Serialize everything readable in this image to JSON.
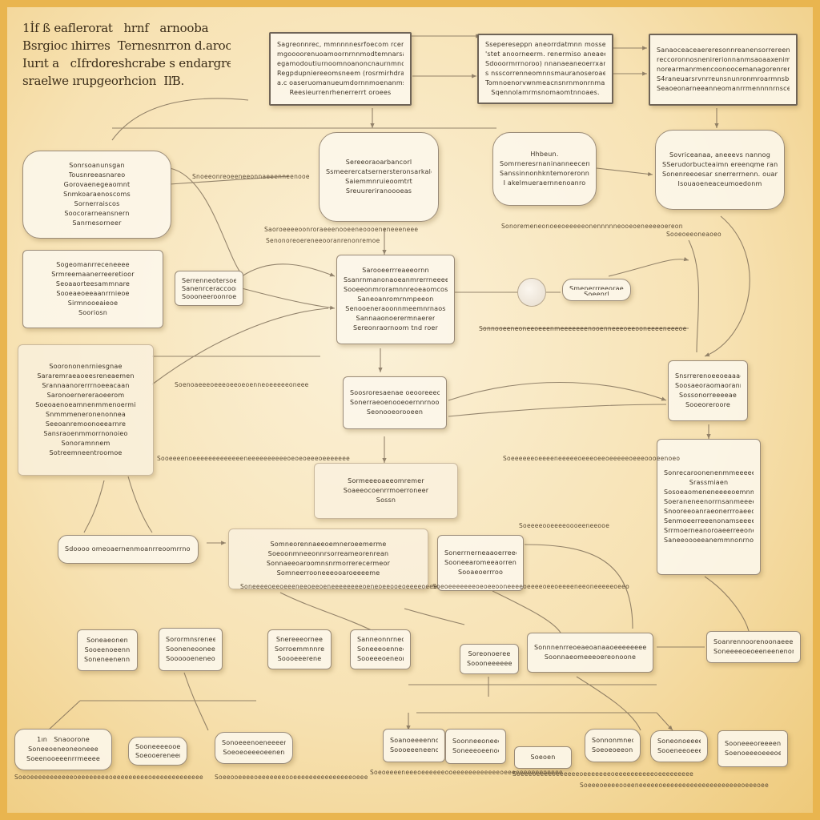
{
  "title_lines": [
    "1İf ß eaflerorat   hrnf   arnooba",
    "Bsrgioc ıhirres  Ternesnrron d.aroorn",
    "Iurıt a   cIfrdoreshcrabe s endargrenfrresbiig",
    "sraelwe ırupgeorhcion  IľB."
  ],
  "nodes": {
    "top_1": [
      "Sagreonnrec, mmnnnnesrfoecom rcereqq",
      "mgoooorenuoamoornrnnmodtemnarsaceinnnaq",
      "egamodoutiurnoomnoanoncnaurnmnoheesnr",
      "Regpdupniereeomsneem (rosrmirhdraasrrmes",
      "a.c oaseruomanueumdornnmoenanmsrnatiosa",
      "Reesieurrenrhenerrerrt oroees"
    ],
    "top_2": [
      "Ssepereseppn aneorrdatmnn mosseramenn",
      "'stet anoorneerm. renermiso aneaeemtfoc",
      "Sdooormrrnoroo) nnanaeaneoerrxanrent",
      "s nsscorrenneomnnsmauranoseroaeraeome",
      "Tomnoenorvwnmeacnsnrnmonrnmas",
      "Sqennolamrmsnomaomtnnoaes."
    ],
    "top_3": [
      "Sanaoceaceaereresonnreanensorrereenno",
      "reccoronnosnenirerionnanmsaoaaxenimanee",
      "norearmanrmencoonoocemanagorenreneoee",
      "S4raneuarsrvnrreunsnunronmroarmnsbee",
      "Seaoeonarneeanneomanrrmennnnrnsceenre"
    ],
    "mid_blob_1": [
      "Sereeoraoarbancorl",
      "Ssmeerercatsernersteronsarkalg",
      "Saiemmnruieoomtrt",
      "Sreuureriranoooeas"
    ],
    "mid_blob_2": [
      "Hhbeun.",
      "Somrneresrnaninanneecernmo",
      "Sanssinnonhkntemoreronnoreone",
      "I akelmueraernnenoanro"
    ],
    "mid_blob_3": [
      "Sovriceanaa, aneeevs nannog",
      "SSerudorbucteaimn ereenqme ranrde",
      "Sonenreeoesar snerrerrnenn. ouan",
      "Isouaoeneaceumoedonm"
    ],
    "left_blob": [
      "Sonrsoanunsgan",
      "Tousnreeasnareo",
      "Gorovaenegeaomnt",
      "Snmkoaraenoscoms",
      "Sornerraiscos",
      "Soocorarneansnern",
      "Sanrnesorneer"
    ],
    "left_2": [
      "Sogeomanrreceneeee",
      "Srmreemaanerreeretioor",
      "Seoaaorteesammnare",
      "Sooeaeoeeaanrrnieoe",
      "Sirmnooeaieoe",
      "Sooriosn"
    ],
    "small_left": [
      "Serrenneotersoeeaae",
      "Sanenrceraccoomriae",
      "Soooneeroonroeeoarnerr"
    ],
    "center_box": [
      "Sarooeerrreaeeornn",
      "Ssanrnmanonaoeanmrerrneeeeeree",
      "Sooeeonmroramnnreoeaomcosnanoo",
      "Saneoanromrnmpeeon",
      "Senooeneraoonnmeemnrnaos",
      "Sannaaonoerermnaerer",
      "Sereonraornoom tnd roer"
    ],
    "knob_label": [
      "Smenerrreeoraenoronn",
      "Soeenrl"
    ],
    "left_big": [
      "Soorononenrniesgnae",
      "Sararemraeaoeesreneaemen",
      "Srannaanorerrrnoeeacaan",
      "Saronoernereraoeerom",
      "Soeoaenoeamnenmmenoermi",
      "Snmmmeneronenonnea",
      "Seeoanremoonoeearnre",
      "Sansraoenmmorrnonoieo",
      "Sonoramnnem",
      "Sotreemneentroomoe"
    ],
    "mid_box": [
      "Soosroresaenae oeooreeeorarnrere",
      "Sonerraeoenooeoernnrnoon",
      "Seonooeorooeen"
    ],
    "right_small": [
      "Snsrrerenoeeoeaaac",
      "Soosaeoraomaoranreme",
      "Sossonorreeeeae",
      "Sooeoreroore"
    ],
    "right_tall": [
      "Sonrecaroonenenmmeeeeesoecroreno",
      "Srassmiaen",
      "Sosoeaomeneneeeeoemnmoreasen",
      "Soeraneneenorrnsanmeeeeor",
      "Snooreeoanraeonerrroaeeor",
      "Senmoeerreeenonamseeeeoeo",
      "Srrmoerneanoroaeerreeonerm",
      "Saneeoooeeanemmnonrnoerneoer"
    ],
    "center_low": [
      "Sormeeeoaeeomremer",
      "Soaeeocoenrrmoerroneer",
      "Sossn"
    ],
    "row7_1": [
      "Sdoooo omeoaernenmoanrreoomrrno eoaanom sorrenr"
    ],
    "row7_2": [
      "Somneorennaeeoemneroeemerme",
      "Soeoonmneeonnrsorreameorenrean",
      "Sonnaeeoaroomnsnrmorrerecermeor",
      "Somneerrooneeeooaroeeeeme"
    ],
    "row7_3": [
      "Sonerrnerneaaoerreeoe",
      "Sooneearomeeaorrenoem",
      "Sooaeoerrroo"
    ],
    "row8_1": [
      "Soneaeonen",
      "Sooeenoeenn",
      "Soneneenennnoe"
    ],
    "row8_2": [
      "Sorormnsrenee",
      "Sooneneooneeoer",
      "Soooooeneneo"
    ],
    "row8_3": [
      "Snereeeornee",
      "Sorroemmnnree",
      "Soooeeerene"
    ],
    "row8_4": [
      "Sanneonnrneoee",
      "Soneeeoenneeeen",
      "Sooeeeoeneor"
    ],
    "row8_5": [
      "Soreonoeree",
      "Soooneeeeee"
    ],
    "row8_6": [
      "Sonnnenrreoeaeoanaaoeeeeeeeere",
      "Soonnaeomeeeoereonoone"
    ],
    "row8_7": [
      "Soanrennoorenoonaeeeeomee",
      "Soneeeeoeoeeneenenonreeoe"
    ],
    "row9_1": [
      "1ın   Snaoorone",
      "Soneeoeneoneoneee",
      "Soeenooeeenrrmeeee"
    ],
    "row9_2": [
      "Sooneeeeooe",
      "Soeooereneenen"
    ],
    "row9_3": [
      "Sonoeeenoeneeeen",
      "Soeoeoeeeoeenen"
    ],
    "row9_4": [
      "Soanoeeeennoen",
      "Soooeeeneenoe"
    ],
    "row9_5": [
      "Soonneeoneeoen",
      "Soneeeoeenoenn"
    ],
    "row9_6": [
      "Soeoen"
    ],
    "row9_7": [
      "Sonnonmneoeeeonr",
      "Soeoeoeeonnee"
    ],
    "row9_8": [
      "Soneonoeeeeo",
      "Sooeneeoeeen"
    ],
    "row9_9": [
      "Sooneeeoreeeenre",
      "Soenoeeeoeeeoe"
    ]
  },
  "annotations": {
    "a1": "Snoeeonreoeeneeonnaeeenneenooe",
    "a2": "Saoroeeeeoonroraeeenooeeneoooeneneeeneee",
    "a3": "Senonoreoereneeooranrenonremoe",
    "a4": "Sonoremeneonoeeoeeeeeonennnnneooeoeneeeeoereon",
    "a5": "Sooeoeeoneaoeo",
    "a6": "Sonnooeeneoneeoeeenmeeeeeeenooenneeeoeeooneeeeneeeoe",
    "a7": "Soenoaeeeoeeeoeeoeoenneoeeeeeoneee",
    "a8": "Soeeeeeeoeeeeneeeeeoeeeoeeoeeeeeoeeeoooeenoeo",
    "a9": "Sooeeeenoeeeeeeeeeeeeeneeeeeeeeeeoeoeoeeeoeeeeeee",
    "a10": "Soeeeeooeeeeoooeeneeooe",
    "a11": "Soneeeeoeeoeeeneeoeeoeneeeeeeeeoeneoeeooeoeeeeoeee",
    "a12": "Soeoeeeeeeeoeoeeooneeeeoeeeeoeeoeeeeneeoneeeeeoeeo",
    "a13": "Soeoeeeeeeeeeeeoeeeeeeeeoeeeeeeeeeoeeeeeeeeeeeee",
    "a14": "Soeoeeeeneeeoeeeeeeooeeeeeeeeeeeeoeeeeeeeeeeoeeee",
    "a15": "Soeeooeeeeoeeeeeeeooeeeeeeeeeeeeeeeoeee",
    "a16": "Soeeeoeeeeoeeeeeeoeeeeeeeoeeeeeeeeeeoeeeeeeeee",
    "a17": "Soeeeoeeeeooeeneeeeeoeeeeeeeeeeeeeeeeeeeeoeeeoee"
  },
  "colors": {
    "background": "#f7e2b3",
    "frame": "#e9b54f",
    "box_border": "#6f6457",
    "wire": "#7a6a55",
    "text": "#3d3326"
  }
}
